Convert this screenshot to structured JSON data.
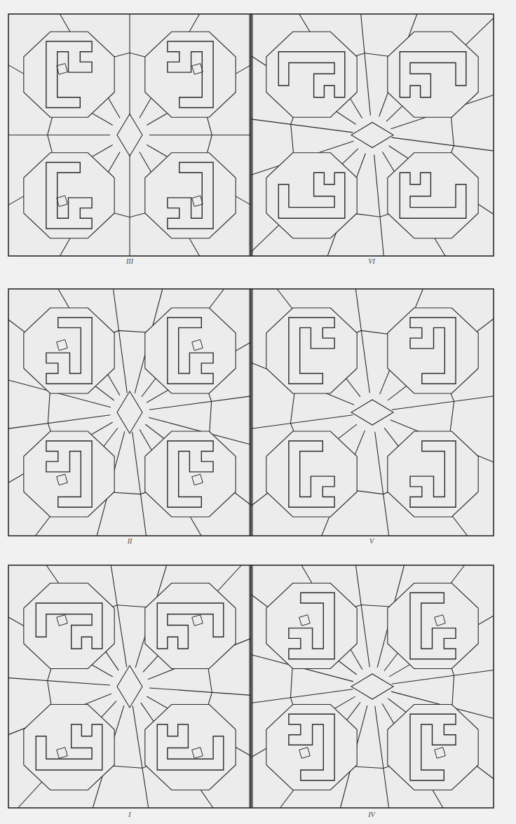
{
  "diagram": {
    "labels": [
      "III",
      "VI",
      "II",
      "V",
      "I",
      "IV"
    ]
  }
}
